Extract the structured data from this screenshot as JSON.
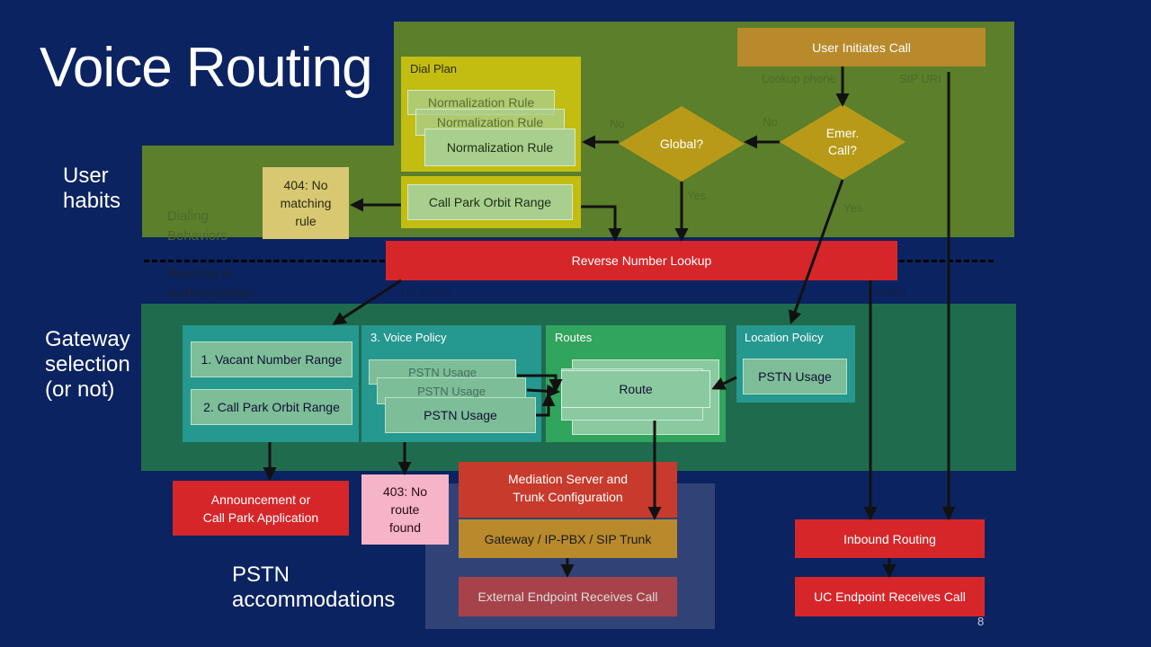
{
  "title": "Voice Routing",
  "sections": {
    "user_habits": "User\nhabits",
    "gateway_selection": "Gateway\nselection\n(or not)",
    "pstn": "PSTN\naccommodations",
    "dialing_behaviors": "Dialing\nBehaviors",
    "routing_authorization": "Routing &\nAuthorization"
  },
  "nodes": {
    "user_initiates_call": "User Initiates Call",
    "dial_plan": "Dial Plan",
    "normalization_rule": "Normalization Rule",
    "call_park_orbit_range_top": "Call Park Orbit Range",
    "global": "Global?",
    "emer_call": "Emer.\nCall?",
    "no_matching_rule": "404: No\nmatching\nrule",
    "reverse_number_lookup": "Reverse Number Lookup",
    "vacant_number_range": "1. Vacant Number Range",
    "call_park_orbit_range_bottom": "2. Call Park Orbit Range",
    "voice_policy": "3. Voice Policy",
    "pstn_usage": "PSTN Usage",
    "routes": "Routes",
    "route": "Route",
    "location_policy": "Location Policy",
    "location_pstn_usage": "PSTN Usage",
    "announcement": "Announcement or\nCall Park Application",
    "no_route_found": "403: No\nroute\nfound",
    "mediation_server": "Mediation Server and\nTrunk Configuration",
    "gateway_trunk": "Gateway / IP-PBX / SIP Trunk",
    "external_endpoint": "External Endpoint Receives Call",
    "inbound_routing": "Inbound Routing",
    "uc_endpoint": "UC Endpoint Receives Call"
  },
  "edge_labels": {
    "no_global": "No",
    "no_emer": "No",
    "yes_global": "Yes",
    "yes_emer": "Yes",
    "no_match": "No match",
    "match": "Match",
    "lookup_phone": "Lookup phone",
    "sip_uri": "SIP URI"
  },
  "slide_number": "8"
}
